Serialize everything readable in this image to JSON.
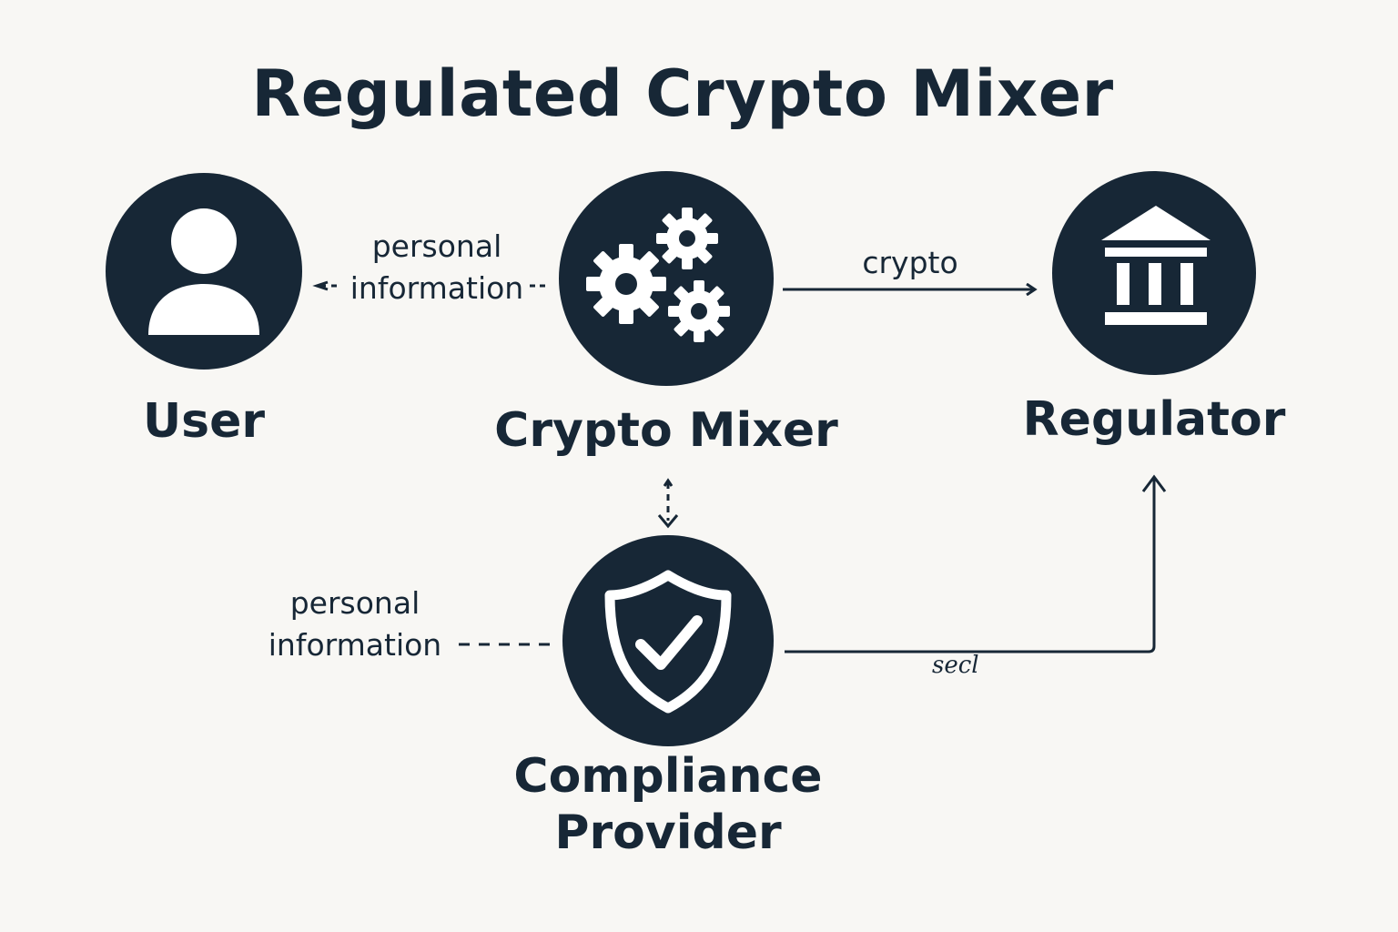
{
  "title": "Regulated Crypto Mixer",
  "colors": {
    "node_fill": "#172736",
    "icon_fill": "#ffffff",
    "background": "#f8f7f4",
    "text": "#172736"
  },
  "nodes": [
    {
      "id": "user",
      "label": "User",
      "icon": "user-icon"
    },
    {
      "id": "mixer",
      "label": "Crypto Mixer",
      "icon": "gears-icon"
    },
    {
      "id": "regulator",
      "label": "Regulator",
      "icon": "bank-icon"
    },
    {
      "id": "compliance",
      "label": "Compliance Provider",
      "icon": "shield-check-icon"
    }
  ],
  "edges": {
    "mixer_to_user": {
      "label": "personal information",
      "style": "dashed"
    },
    "mixer_to_regulator": {
      "label": "crypto",
      "style": "solid"
    },
    "mixer_to_compliance": {
      "label": "",
      "style": "dashed"
    },
    "compliance_to_left": {
      "label": "personal information",
      "style": "dashed"
    },
    "compliance_to_regulator": {
      "label": "secl",
      "style": "solid"
    }
  }
}
